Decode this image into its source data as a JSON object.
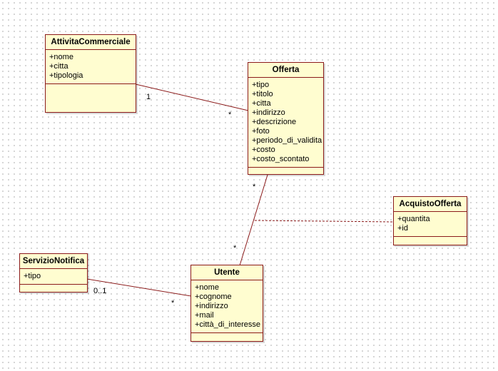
{
  "classes": {
    "attivita": {
      "name": "AttivitaCommerciale",
      "attributes": [
        "+nome",
        "+citta",
        "+tipologia"
      ]
    },
    "offerta": {
      "name": "Offerta",
      "attributes": [
        "+tipo",
        "+titolo",
        "+citta",
        "+indirizzo",
        "+descrizione",
        "+foto",
        "+periodo_di_validita",
        "+costo",
        "+costo_scontato"
      ]
    },
    "acquisto": {
      "name": "AcquistoOfferta",
      "attributes": [
        "+quantita",
        "+id"
      ]
    },
    "servizio": {
      "name": "ServizioNotifica",
      "attributes": [
        "+tipo"
      ]
    },
    "utente": {
      "name": "Utente",
      "attributes": [
        "+nome",
        "+cognome",
        "+indirizzo",
        "+mail",
        "+città_di_interesse"
      ]
    }
  },
  "multiplicities": {
    "attivita_side": "1",
    "offerta_side_from_attivita": "*",
    "offerta_side_from_utente": "*",
    "utente_side_from_offerta": "*",
    "servizio_side": "0..1",
    "utente_side_from_servizio": "*"
  },
  "colors": {
    "class_fill": "#fffdd0",
    "class_border": "#8b1a1a",
    "association_line": "#8b1a1a"
  }
}
